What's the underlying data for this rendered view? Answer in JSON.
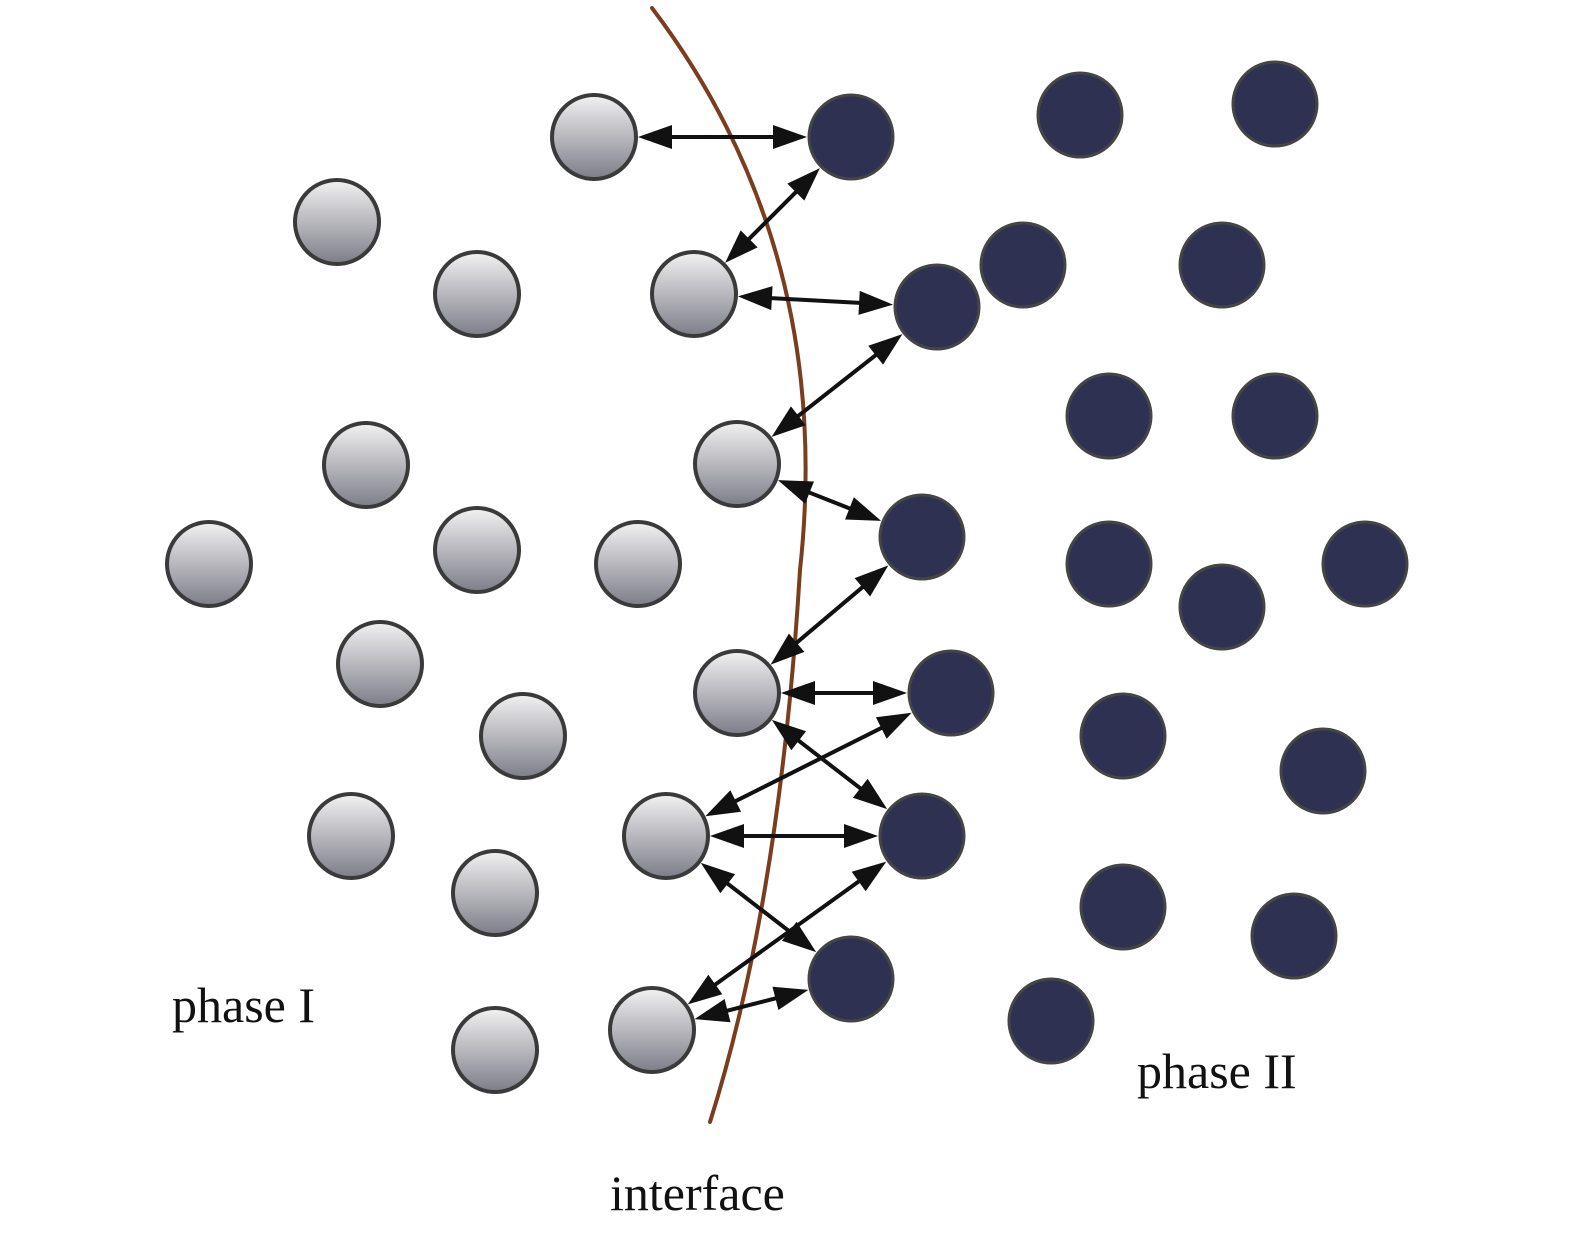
{
  "labels": {
    "phase1": "phase I",
    "phase2": "phase II",
    "interface": "interface"
  },
  "colors": {
    "phase1_particle_light": "#f2f2f2",
    "phase1_particle_dark": "#7d7d88",
    "phase1_outline": "#3a3a3a",
    "phase2_particle": "#2e3152",
    "phase2_outline": "#454545",
    "interface_line": "#7a3e1e",
    "arrows": "#111111"
  }
}
